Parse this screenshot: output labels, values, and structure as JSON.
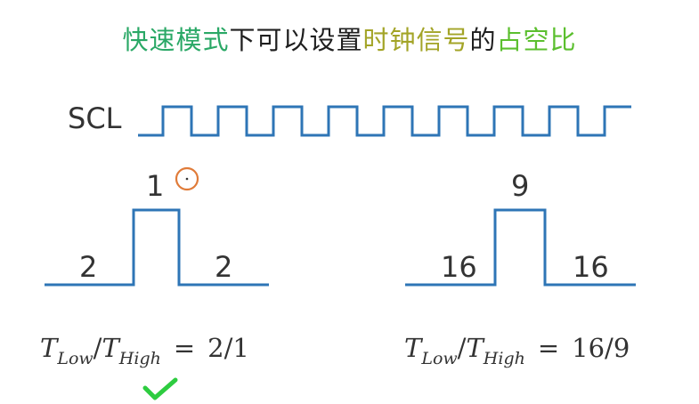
{
  "title": {
    "part1": "快速模式",
    "part2": "下可以设置",
    "part3": "时钟信号",
    "part4": "的",
    "part5": "占空比"
  },
  "scl_label": "SCL",
  "left_pulse": {
    "high_label": "1",
    "low_left_label": "2",
    "low_right_label": "2"
  },
  "right_pulse": {
    "high_label": "9",
    "low_left_label": "16",
    "low_right_label": "16"
  },
  "left_formula": {
    "t1": "T",
    "sub1": "Low",
    "slash": "/",
    "t2": "T",
    "sub2": "High",
    "eq": "=",
    "value": "2/1"
  },
  "right_formula": {
    "t1": "T",
    "sub1": "Low",
    "slash": "/",
    "t2": "T",
    "sub2": "High",
    "eq": "=",
    "value": "16/9"
  },
  "colors": {
    "waveform": "#2e75b6",
    "check": "#2ecc40",
    "cursor": "#e07b39"
  },
  "icons": {
    "checkmark": "check-icon",
    "cursor": "cursor-circle-icon"
  }
}
